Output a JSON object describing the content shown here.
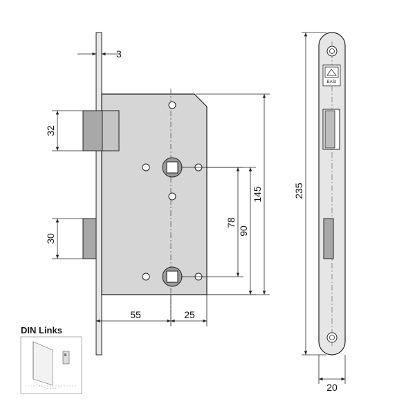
{
  "dimensions": {
    "forend_thickness": "3",
    "deadbolt_height": "32",
    "latch_height": "30",
    "backset": "55",
    "edge_to_follower": "25",
    "distance_78": "78",
    "distance_90": "90",
    "case_height": "145",
    "forend_length": "235",
    "forend_width": "20"
  },
  "inset": {
    "title": "DIN Links"
  },
  "logo": {
    "text": "BASI"
  },
  "colors": {
    "body_fill": "#d6d6d6",
    "faceplate_fill": "#e6e6e6",
    "bolt_fill": "#a8a8a8",
    "line": "#222222"
  }
}
